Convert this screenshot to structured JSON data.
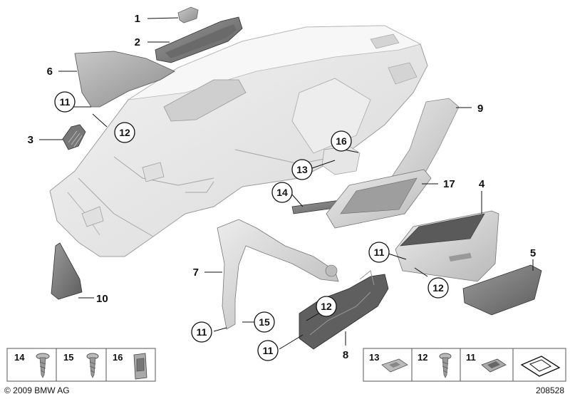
{
  "labels": {
    "p1": "1",
    "p2": "2",
    "p3": "3",
    "p4": "4",
    "p5": "5",
    "p6": "6",
    "p7": "7",
    "p8": "8",
    "p9": "9",
    "p10": "10",
    "c11a": "11",
    "c12a": "12",
    "c16": "16",
    "c13": "13",
    "c14": "14",
    "p17": "17",
    "c11b": "11",
    "c12b": "12",
    "c11c": "11",
    "c15": "15",
    "c12c": "12",
    "c11d": "11"
  },
  "legend_left": [
    "14",
    "15",
    "16"
  ],
  "legend_right": [
    "13",
    "12",
    "11"
  ],
  "footer": {
    "copyright": "© 2009 BMW AG",
    "image_number": "208528"
  }
}
